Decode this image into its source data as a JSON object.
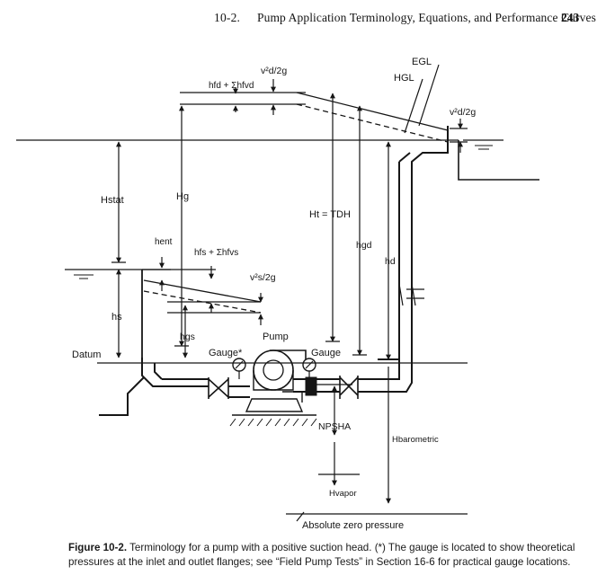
{
  "header": {
    "chapter": "10-2.",
    "title": "Pump Application Terminology, Equations, and Performance Curves",
    "page_number": "243"
  },
  "figure": {
    "labels": {
      "egl": "EGL",
      "hgl": "HGL",
      "vd2_top": "v²d/2g",
      "vd2_right": "v²d/2g",
      "vs2": "v²s/2g",
      "h_fd_sum": "hfd + Σhfvd",
      "h_fs_sum": "hfs + Σhfvs",
      "h_stat": "Hstat",
      "h_g": "Hg",
      "h_t_tdh": "Ht = TDH",
      "h_gd": "hgd",
      "h_d": "hd",
      "h_ent": "hent",
      "datum": "Datum",
      "h_s": "hs",
      "h_gs": "hgs",
      "gauge_left": "Gauge*",
      "pump": "Pump",
      "gauge_right": "Gauge",
      "npsh_a": "NPSHA",
      "h_barometric": "Hbarometric",
      "h_vapor": "Hvapor",
      "absolute_zero": "Absolute zero pressure"
    }
  },
  "caption": {
    "label": "Figure 10-2.",
    "text": "Terminology for a pump with a positive suction head. (*) The gauge is located to show theoretical pressures at the inlet and outlet flanges; see “Field Pump Tests” in Section 16-6 for practical gauge locations."
  }
}
